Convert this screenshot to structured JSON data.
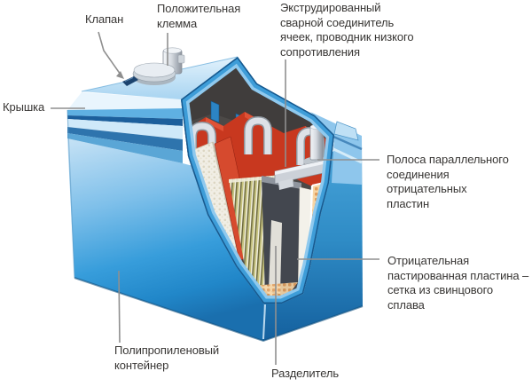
{
  "diagram": {
    "kind": "battery-cutaway",
    "labels": {
      "valve": "Клапан",
      "positive_terminal": "Положительная\nклемма",
      "cell_connector": "Экструдированный\nсварной соединитель\nячеек, проводник низкого\nсопротивления",
      "cover": "Крышка",
      "parallel_strap": "Полоса параллельного\nсоединения отрицательных\nпластин",
      "negative_plate": "Отрицательная\nпастированная пластина –\nсетка из свинцового сплава",
      "container": "Полипропиленовый\nконтейнер",
      "separator": "Разделитель"
    },
    "colors": {
      "container_blue": "#2e96d4",
      "lid_highlight": "#e9f5fd",
      "cell_wall_red": "#c8381f",
      "plate_dark": "#43474f",
      "plate_orange": "#f7d5a4",
      "foam_white": "#f1eee5",
      "strap_gray": "#ccd1d8",
      "leader_line_gray": "#8f8f8f",
      "label_text": "#383634",
      "background": "#ffffff"
    }
  }
}
